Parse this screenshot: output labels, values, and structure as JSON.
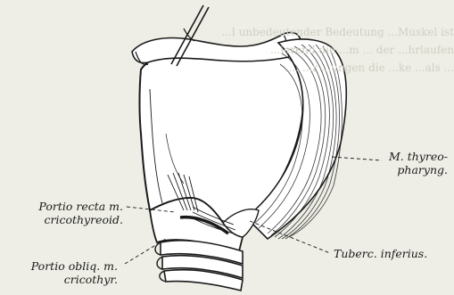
{
  "labels": {
    "thyreopharyng_line1": "M. thyreo-",
    "thyreopharyng_line2": "pharyng.",
    "portio_recta_line1": "Portio recta m.",
    "portio_recta_line2": "cricothyreoid.",
    "tuberc_inferius": "Tuberc. inferius.",
    "portio_obliq_line1": "Portio obliq. m.",
    "portio_obliq_line2": "cricothyr."
  },
  "bleed_through": {
    "line1": "...l unbedeutender  Bedeutung  ...Muskel ist",
    "line2": "...ierend die  ...m  ...  der  ...hrlaufen",
    "line3": "...  ...r  ...ungen  die  ...ke  ...als  ..."
  },
  "colors": {
    "paper": "#eeeee6",
    "ink": "#1a1a1a",
    "cartilage": "#ffffff"
  }
}
